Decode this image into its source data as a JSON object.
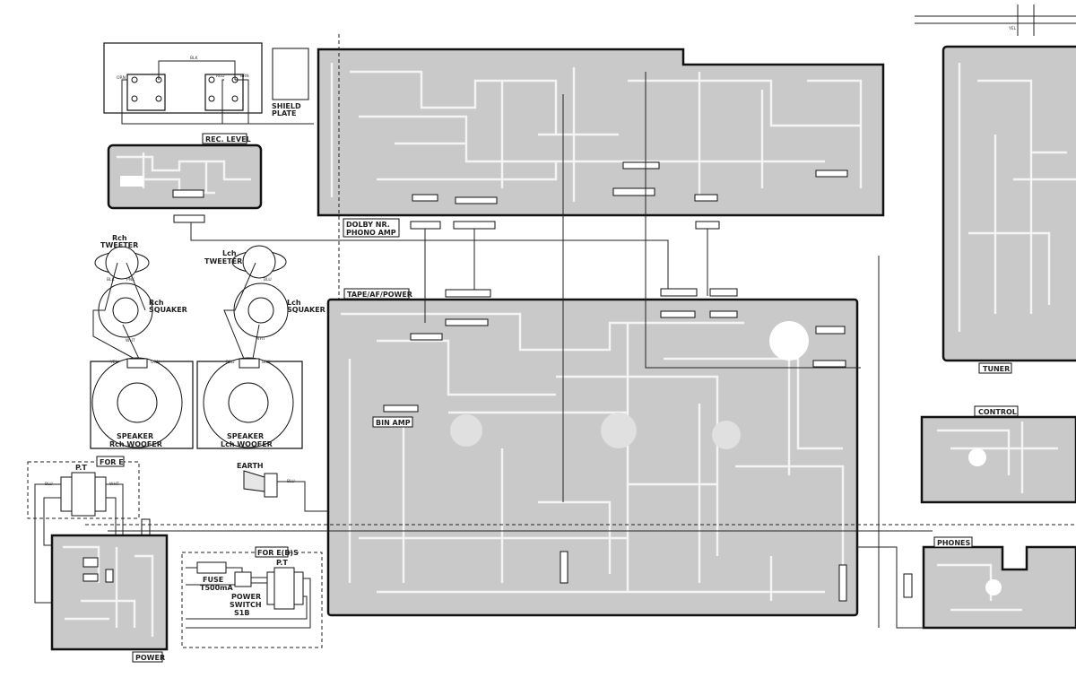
{
  "boards": {
    "rec_level": "REC. LEVEL",
    "dolby_line1": "DOLBY NR.",
    "dolby_line2": "PHONO AMP",
    "tape_af_power": "TAPE/AF/POWER",
    "bin_amp": "BIN AMP",
    "tuner": "TUNER",
    "control": "CONTROL",
    "phones": "PHONES",
    "power": "POWER"
  },
  "components": {
    "shield_line1": "SHIELD",
    "shield_line2": "PLATE",
    "rch_tweeter_1": "Rch",
    "rch_tweeter_2": "TWEETER",
    "rch_squaker_1": "Rch",
    "rch_squaker_2": "SQUAKER",
    "lch_tweeter_1": "Lch",
    "lch_tweeter_2": "TWEETER",
    "lch_squaker_1": "Lch",
    "lch_squaker_2": "SQUAKER",
    "rch_woofer_1": "SPEAKER",
    "rch_woofer_2": "Rch  WOOFER",
    "lch_woofer_1": "SPEAKER",
    "lch_woofer_2": "Lch  WOOFER",
    "earth": "EARTH",
    "for_e": "FOR E",
    "for_ebs": "FOR E(B)S",
    "pt": "P.T",
    "fuse_1": "FUSE",
    "fuse_2": "T500mA",
    "switch_1": "POWER",
    "switch_2": "SWITCH",
    "switch_3": "S1B"
  },
  "wires": {
    "blk": "BLK",
    "orn": "ORN",
    "red": "RED",
    "brn": "BRN",
    "yel": "YEL",
    "wht": "WHT",
    "blu": "BLU",
    "pnk": "PNK"
  }
}
